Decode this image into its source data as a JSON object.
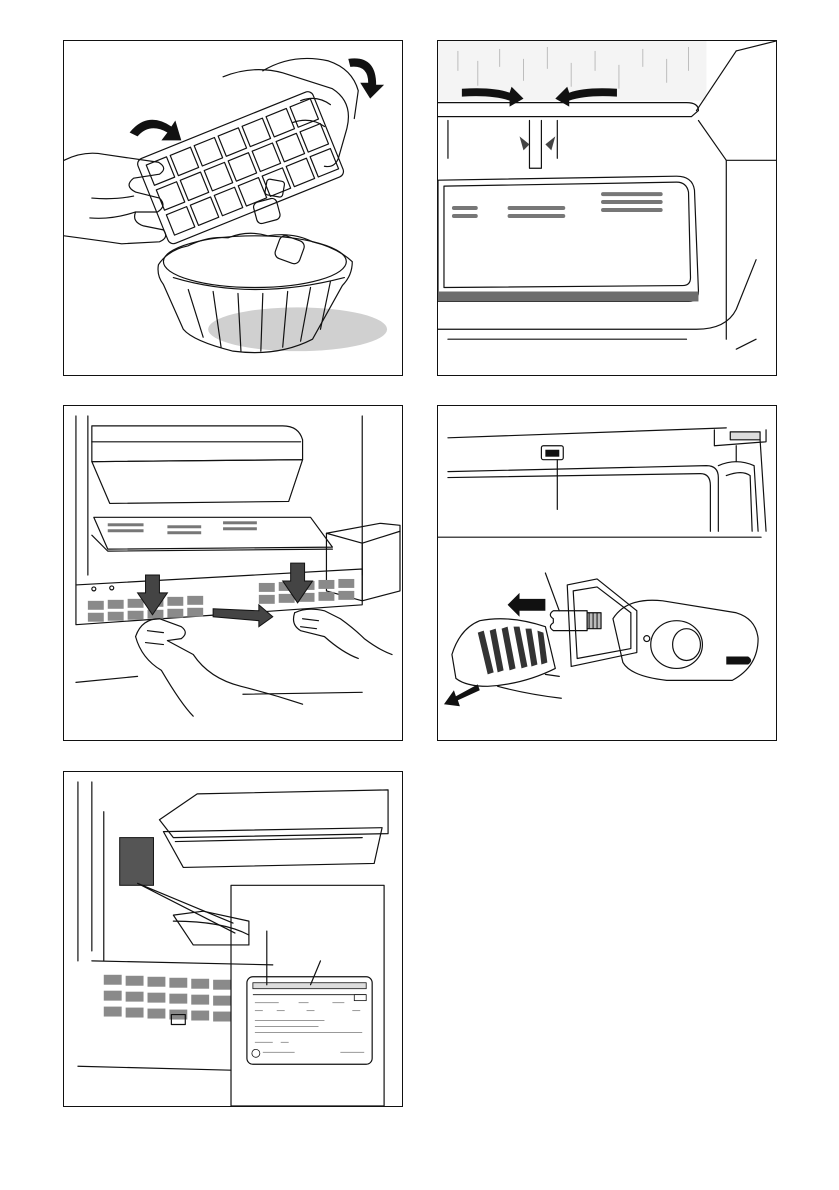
{
  "figures": [
    {
      "id": "fig-1",
      "subject": "ice-cube-tray",
      "icons": [
        "rotate-left-arrow-icon",
        "rotate-right-arrow-icon"
      ]
    },
    {
      "id": "fig-2",
      "subject": "defrost-water-drain-channel",
      "icons": [
        "flow-arrow-icon"
      ]
    },
    {
      "id": "fig-3",
      "subject": "remove-ventilation-grille",
      "icons": [
        "push-down-arrow-icon",
        "pull-out-arrow-icon"
      ]
    },
    {
      "id": "fig-4",
      "subject": "replace-interior-light-bulb",
      "icons": [
        "slide-left-arrow-icon",
        "pull-down-arrow-icon"
      ]
    },
    {
      "id": "fig-5",
      "subject": "rating-plate-location",
      "icons": []
    }
  ],
  "colors": {
    "line": "#111111",
    "panel_gray": "#808080",
    "light_gray": "#e6e6e6",
    "arrow": "#555555"
  }
}
